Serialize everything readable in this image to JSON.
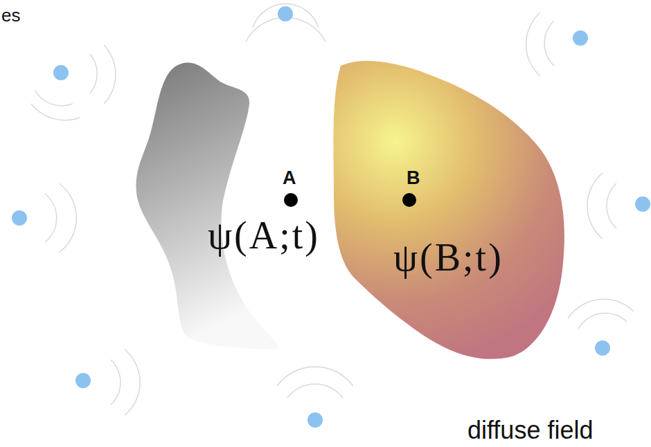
{
  "diagram": {
    "labels": [
      "es",
      "A",
      "B",
      "ψ(A;t)",
      "ψ(B;t)",
      "diffuse field"
    ]
  }
}
